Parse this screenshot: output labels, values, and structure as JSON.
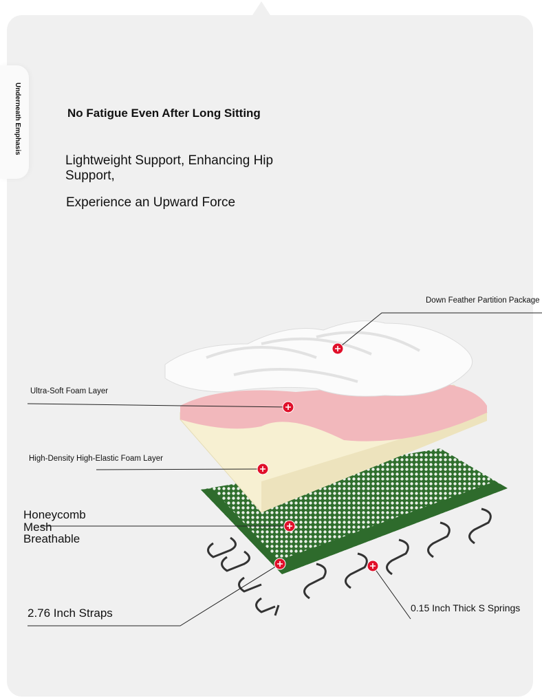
{
  "side_tab": {
    "label": "Underneath Emphasis"
  },
  "headline": "No Fatigue Even After Long Sitting",
  "subtitle_1": "Lightweight Support, Enhancing Hip Support,",
  "subtitle_2": "Experience an Upward Force",
  "callouts": {
    "down_feather": "Down Feather Partition Package",
    "ultra_soft": "Ultra-Soft Foam Layer",
    "high_density": "High-Density High-Elastic Foam Layer",
    "honeycomb_1": "Honeycomb",
    "honeycomb_2": "Mesh",
    "honeycomb_3": "Breathable",
    "straps": "2.76 Inch Straps",
    "springs": "0.15 Inch Thick S Springs"
  },
  "colors": {
    "marker": "#e0102a",
    "pink": "#f2b8bc",
    "cream": "#f7f0d2",
    "green": "#2e6b2c",
    "background": "#f0f0f0"
  }
}
